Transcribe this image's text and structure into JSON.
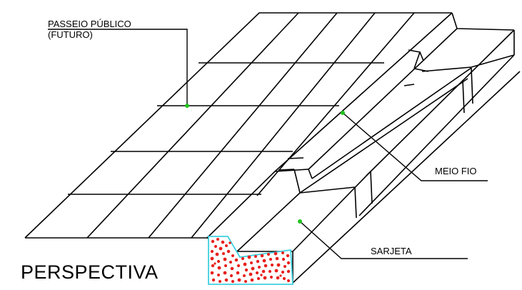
{
  "labels": {
    "passeio_line1": "PASSEIO PÚBLICO",
    "passeio_line2": "(FUTURO)",
    "meio_fio": "MEIO FIO",
    "sarjeta": "SARJETA"
  },
  "title": "PERSPECTIVA",
  "colors": {
    "line": "#000000",
    "marker": "#22c41e",
    "section_outline": "#3fd0e0",
    "aggregate": "#e8201c"
  }
}
